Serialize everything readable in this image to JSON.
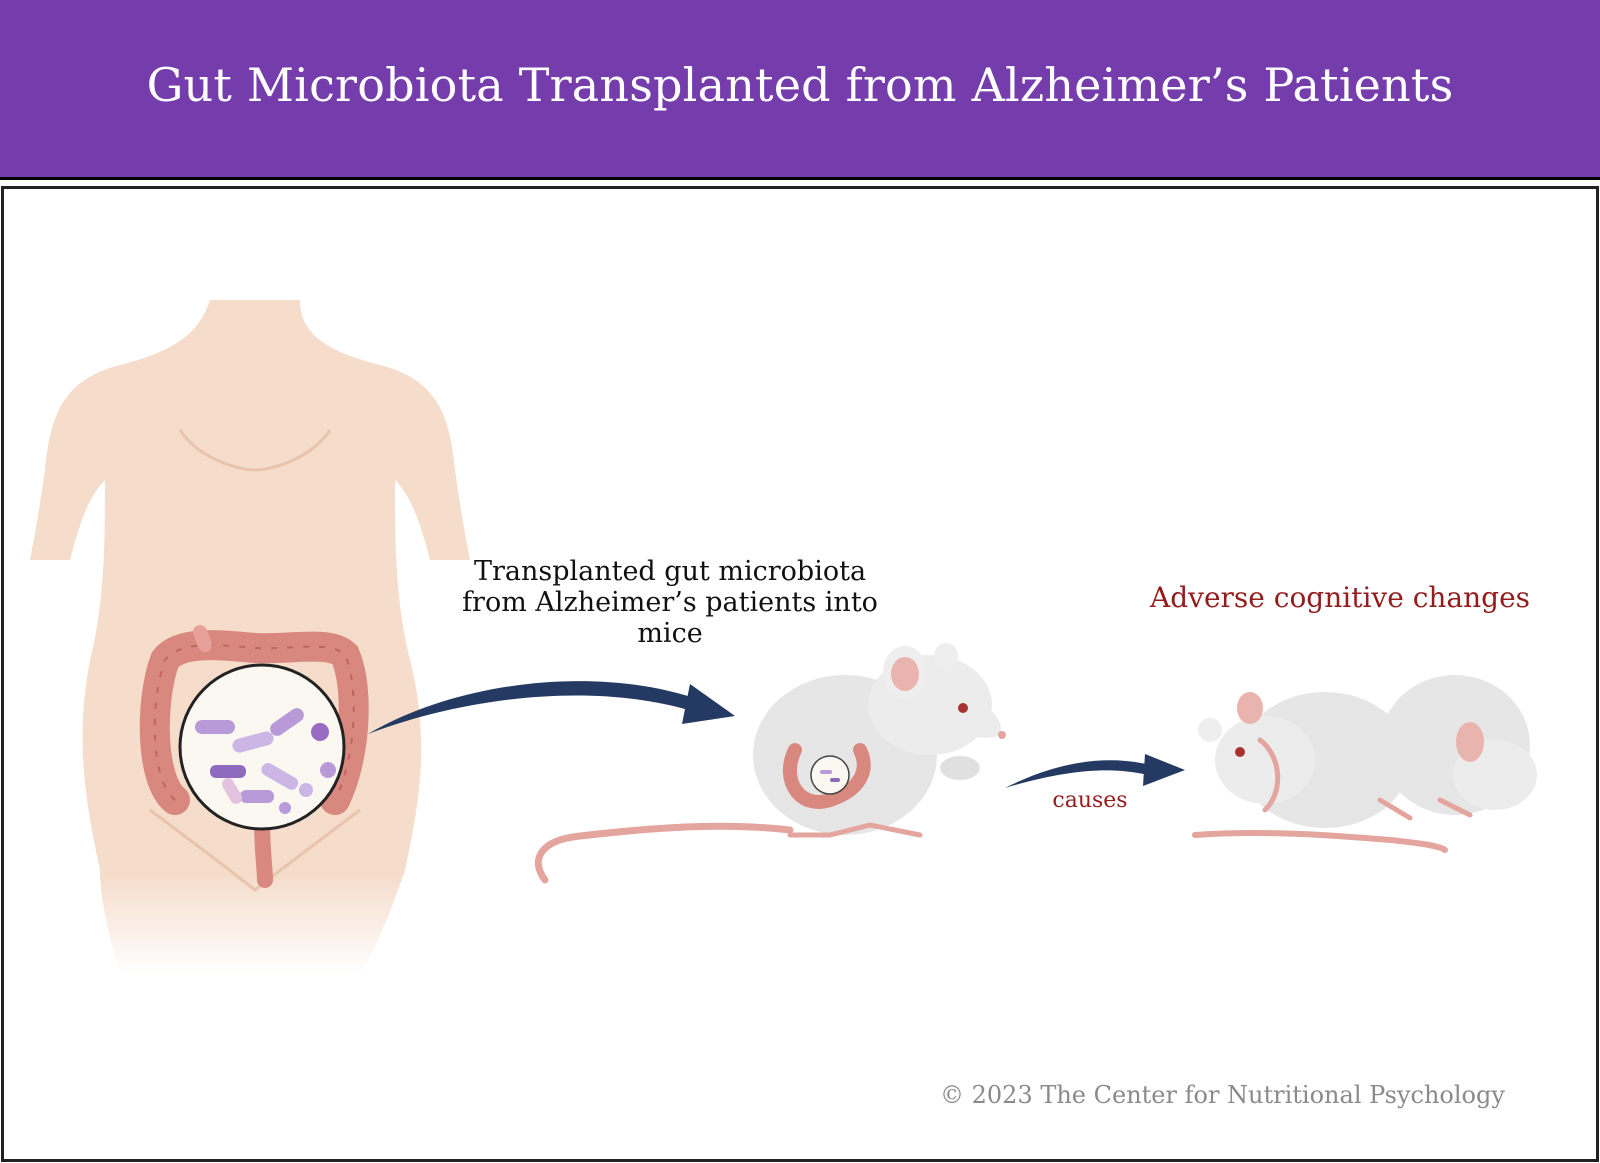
{
  "header": {
    "title": "Gut Microbiota Transplanted from Alzheimer’s Patients"
  },
  "diagram": {
    "step_label": "Transplanted gut microbiota from Alzheimer’s patients into mice",
    "causes_label": "causes",
    "outcome_label": "Adverse cognitive changes"
  },
  "footer": {
    "copyright": "© 2023 The Center for Nutritional Psychology"
  },
  "colors": {
    "header_bg": "#753cac",
    "arrow": "#243a63",
    "accent_red": "#931c1c",
    "skin": "#f5dccb",
    "intestine": "#d98880",
    "mouse_body": "#e6e6e6",
    "bacteria": "#b89ad8"
  },
  "icons": [
    "human-torso-icon",
    "intestine-icon",
    "microbiota-magnifier-icon",
    "mouse-icon",
    "arrow-icon"
  ]
}
